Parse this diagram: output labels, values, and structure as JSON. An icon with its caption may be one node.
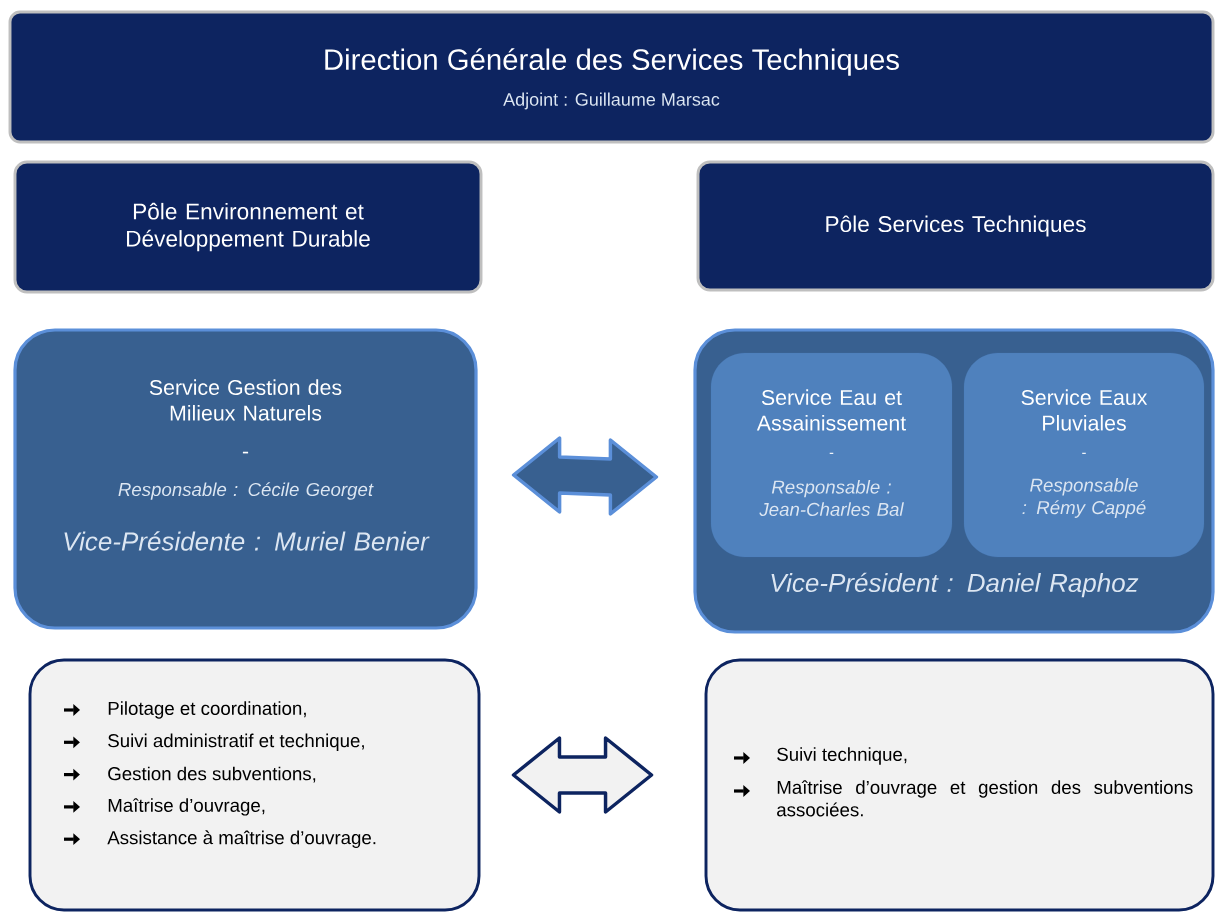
{
  "diagram": {
    "nodes": [
      {
        "text": [
          "Direction Générale des Services Techniques",
          "Adjoint : Guillaume Marsac"
        ]
      },
      {
        "text": [
          "Pôle Environnement et Développement Durable"
        ]
      },
      {
        "text": [
          "Pôle Services Techniques"
        ]
      },
      {
        "text": [
          "Service Gestion des Milieux Naturels",
          "-",
          "Responsable : Cécile Georget",
          "Vice-Présidente : Muriel Benier"
        ]
      },
      {
        "text": [
          "Vice-Président : Daniel Raphoz"
        ]
      },
      {
        "text": [
          "Service Eau et Assainissement",
          "-",
          "Responsable : Jean-Charles Bal"
        ],
        "in": 4
      },
      {
        "text": [
          "Service Eaux Pluviales",
          "-",
          "Responsable : Rémy Cappé"
        ],
        "in": 4
      },
      {
        "text": [
          "Pilotage et coordination,",
          "Suivi administratif et technique,",
          "Gestion des subventions,",
          "Maîtrise d’ouvrage,",
          "Assistance à maîtrise d’ouvrage."
        ]
      },
      {
        "text": [
          "Suivi technique,",
          "Maîtrise d’ouvrage et gestion des subventions associées."
        ]
      }
    ],
    "edges": [
      {
        "from": 3,
        "to": 4,
        "arrow": "both",
        "color": "#5b8fd9"
      },
      {
        "from": 7,
        "to": 8,
        "arrow": "both",
        "color": "#0d2460"
      }
    ]
  }
}
